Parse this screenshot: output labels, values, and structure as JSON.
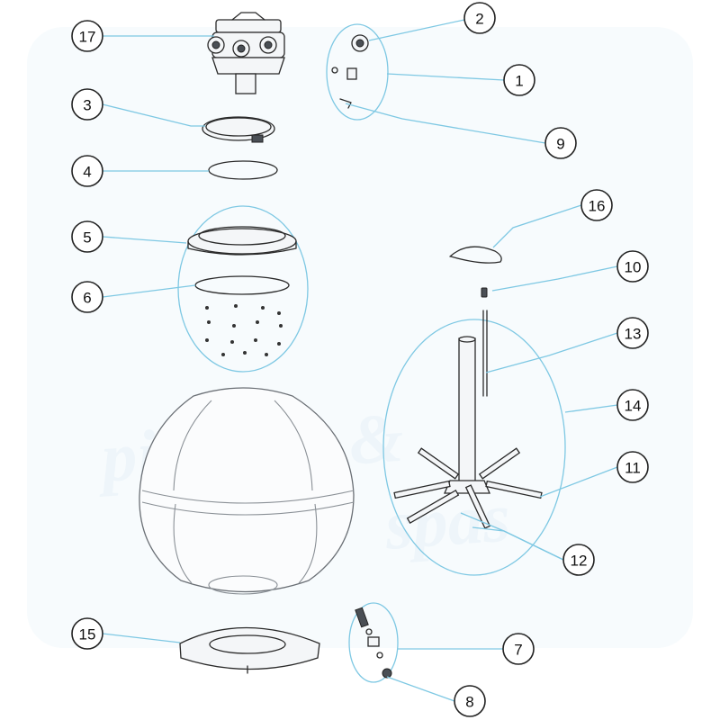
{
  "diagram": {
    "callouts": [
      {
        "id": "callout-17",
        "label": "17"
      },
      {
        "id": "callout-2",
        "label": "2"
      },
      {
        "id": "callout-1",
        "label": "1"
      },
      {
        "id": "callout-3",
        "label": "3"
      },
      {
        "id": "callout-9",
        "label": "9"
      },
      {
        "id": "callout-4",
        "label": "4"
      },
      {
        "id": "callout-16",
        "label": "16"
      },
      {
        "id": "callout-5",
        "label": "5"
      },
      {
        "id": "callout-10",
        "label": "10"
      },
      {
        "id": "callout-6",
        "label": "6"
      },
      {
        "id": "callout-13",
        "label": "13"
      },
      {
        "id": "callout-14",
        "label": "14"
      },
      {
        "id": "callout-11",
        "label": "11"
      },
      {
        "id": "callout-12",
        "label": "12"
      },
      {
        "id": "callout-15",
        "label": "15"
      },
      {
        "id": "callout-7",
        "label": "7"
      },
      {
        "id": "callout-8",
        "label": "8"
      }
    ],
    "watermark": {
      "line1": "piscines &",
      "line2": "spas"
    },
    "colors": {
      "leader": "#7ec8e3",
      "outline": "#2a2a2a",
      "watermark": "#eef5fa"
    }
  }
}
